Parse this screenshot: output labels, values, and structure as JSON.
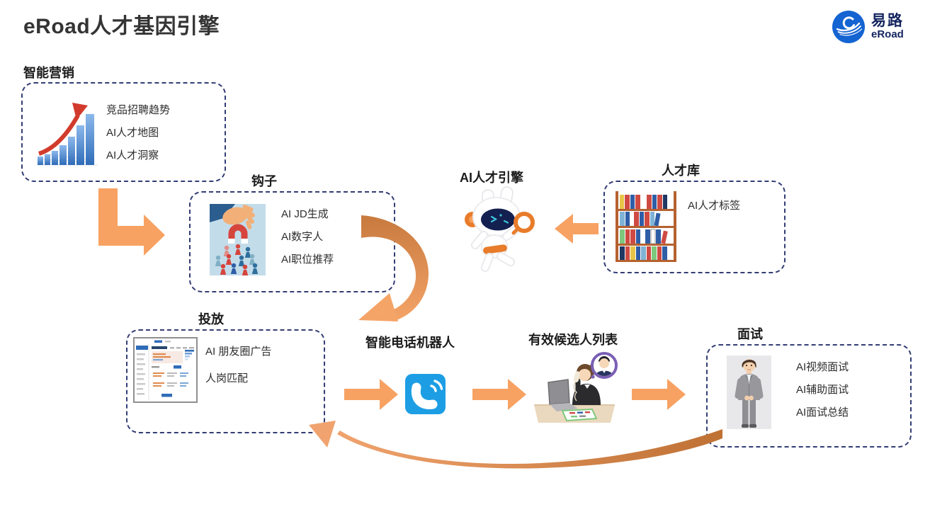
{
  "title": "eRoad人才基因引擎",
  "logo": {
    "name_cn": "易路",
    "name_en": "eRoad"
  },
  "nodes": {
    "marketing": {
      "label": "智能营销",
      "items": [
        "竞品招聘趋势",
        "AI人才地图",
        "AI人才洞察"
      ]
    },
    "hook": {
      "label": "钩子",
      "items": [
        "AI JD生成",
        "AI数字人",
        "AI职位推荐"
      ]
    },
    "engine": {
      "label": "AI人才引擎"
    },
    "talent_pool": {
      "label": "人才库",
      "items": [
        "AI人才标签"
      ]
    },
    "delivery": {
      "label": "投放",
      "items": [
        "AI 朋友圈广告",
        "人岗匹配"
      ]
    },
    "phone_bot": {
      "label": "智能电话机器人"
    },
    "candidates": {
      "label": "有效候选人列表"
    },
    "interview": {
      "label": "面试",
      "items": [
        "AI视频面试",
        "AI辅助面试",
        "AI面试总结"
      ]
    }
  },
  "icons": {
    "marketing": "growth-bar-chart",
    "hook": "hand-with-magnet",
    "engine": "robot-mascot-with-magnifier",
    "talent_pool": "bookshelf",
    "delivery": "ad-platform-screenshot",
    "phone_bot": "phone-handset",
    "candidates": "call-operator-at-desk",
    "interview": "virtual-interviewer-portrait",
    "logo": "eroad-wave-emblem"
  },
  "colors": {
    "accent_orange": "#F7A263",
    "arrow_deep_orange": "#C9792F",
    "dashed_border": "#333D73",
    "logo_blue": "#1464D2",
    "phone_blue": "#1D9EE4",
    "chart_red": "#D23B2C",
    "title_text": "#343434"
  }
}
